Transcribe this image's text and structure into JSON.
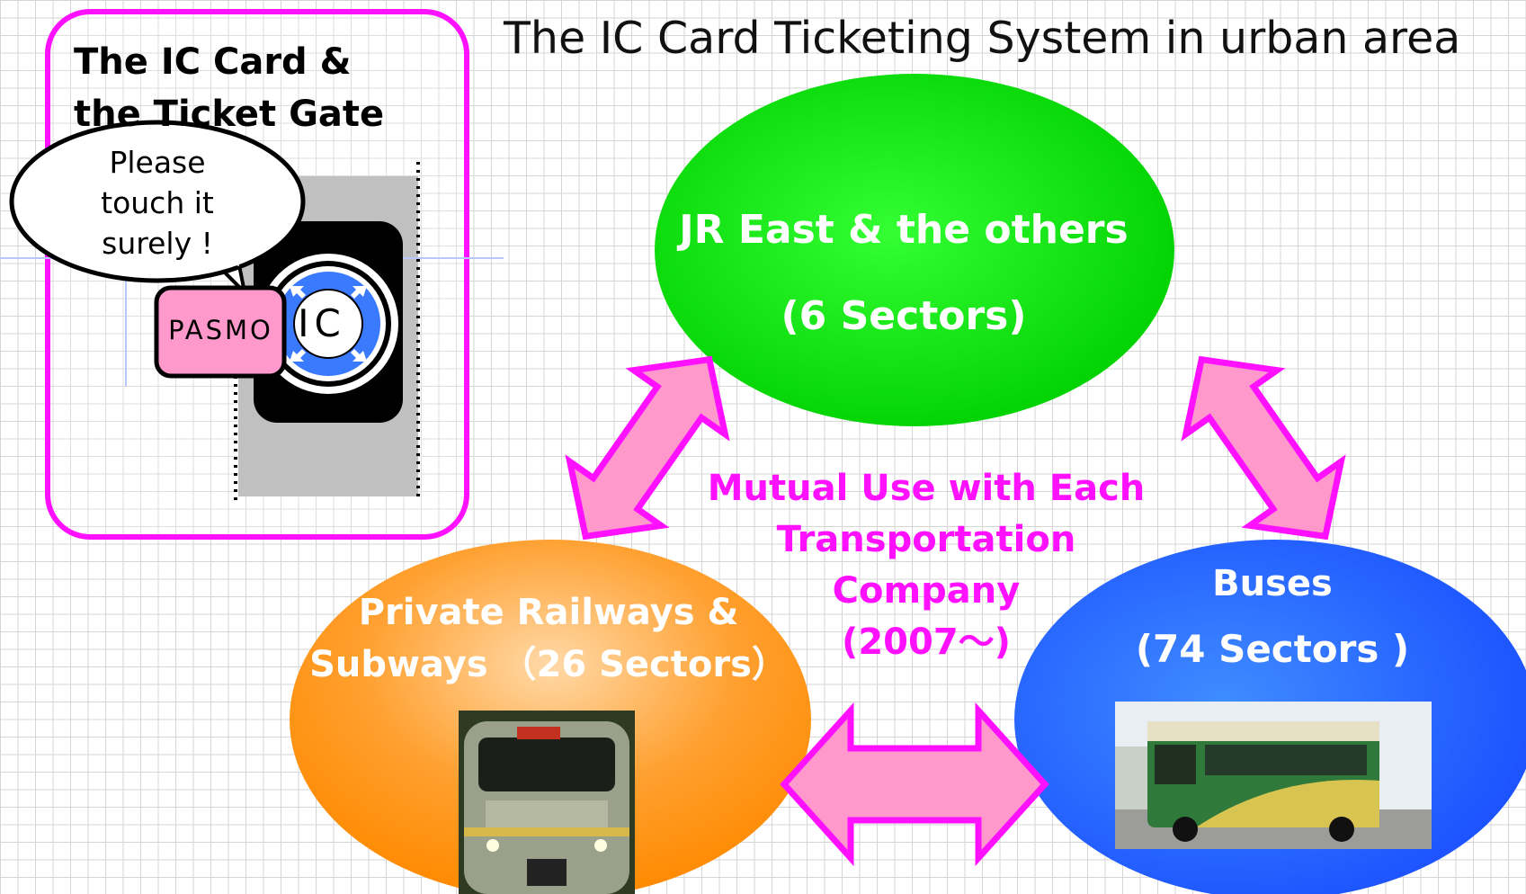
{
  "title": "The IC Card Ticketing System in urban area",
  "gate_panel": {
    "title_line1": "The IC Card &",
    "title_line2": "the Ticket Gate",
    "bubble_line1": "Please",
    "bubble_line2": "touch it",
    "bubble_line3": "surely !",
    "card_label": "PASMO",
    "reader_label": "IC"
  },
  "jr_east": {
    "label": "JR East & the others",
    "sectors": "(6 Sectors)"
  },
  "private_railways": {
    "label_line1": "Private Railways &",
    "label_line2": "Subways （26 Sectors）"
  },
  "buses": {
    "label": "Buses",
    "sectors": "(74 Sectors )"
  },
  "mutual_use": {
    "line1": "Mutual Use with Each",
    "line2": "Transportation Company",
    "line3": "(2007～)"
  },
  "colors": {
    "accent_magenta": "#ff10ff",
    "arrow_fill": "#ff99cc",
    "jr_green": "#00e020",
    "private_orange": "#ff9a1a",
    "bus_blue": "#2a6cff",
    "card_pink": "#ff99cc",
    "reader_blue": "#3a7aff"
  },
  "icons": {
    "train_photo": "subway-train-photo",
    "bus_photo": "city-bus-photo"
  }
}
